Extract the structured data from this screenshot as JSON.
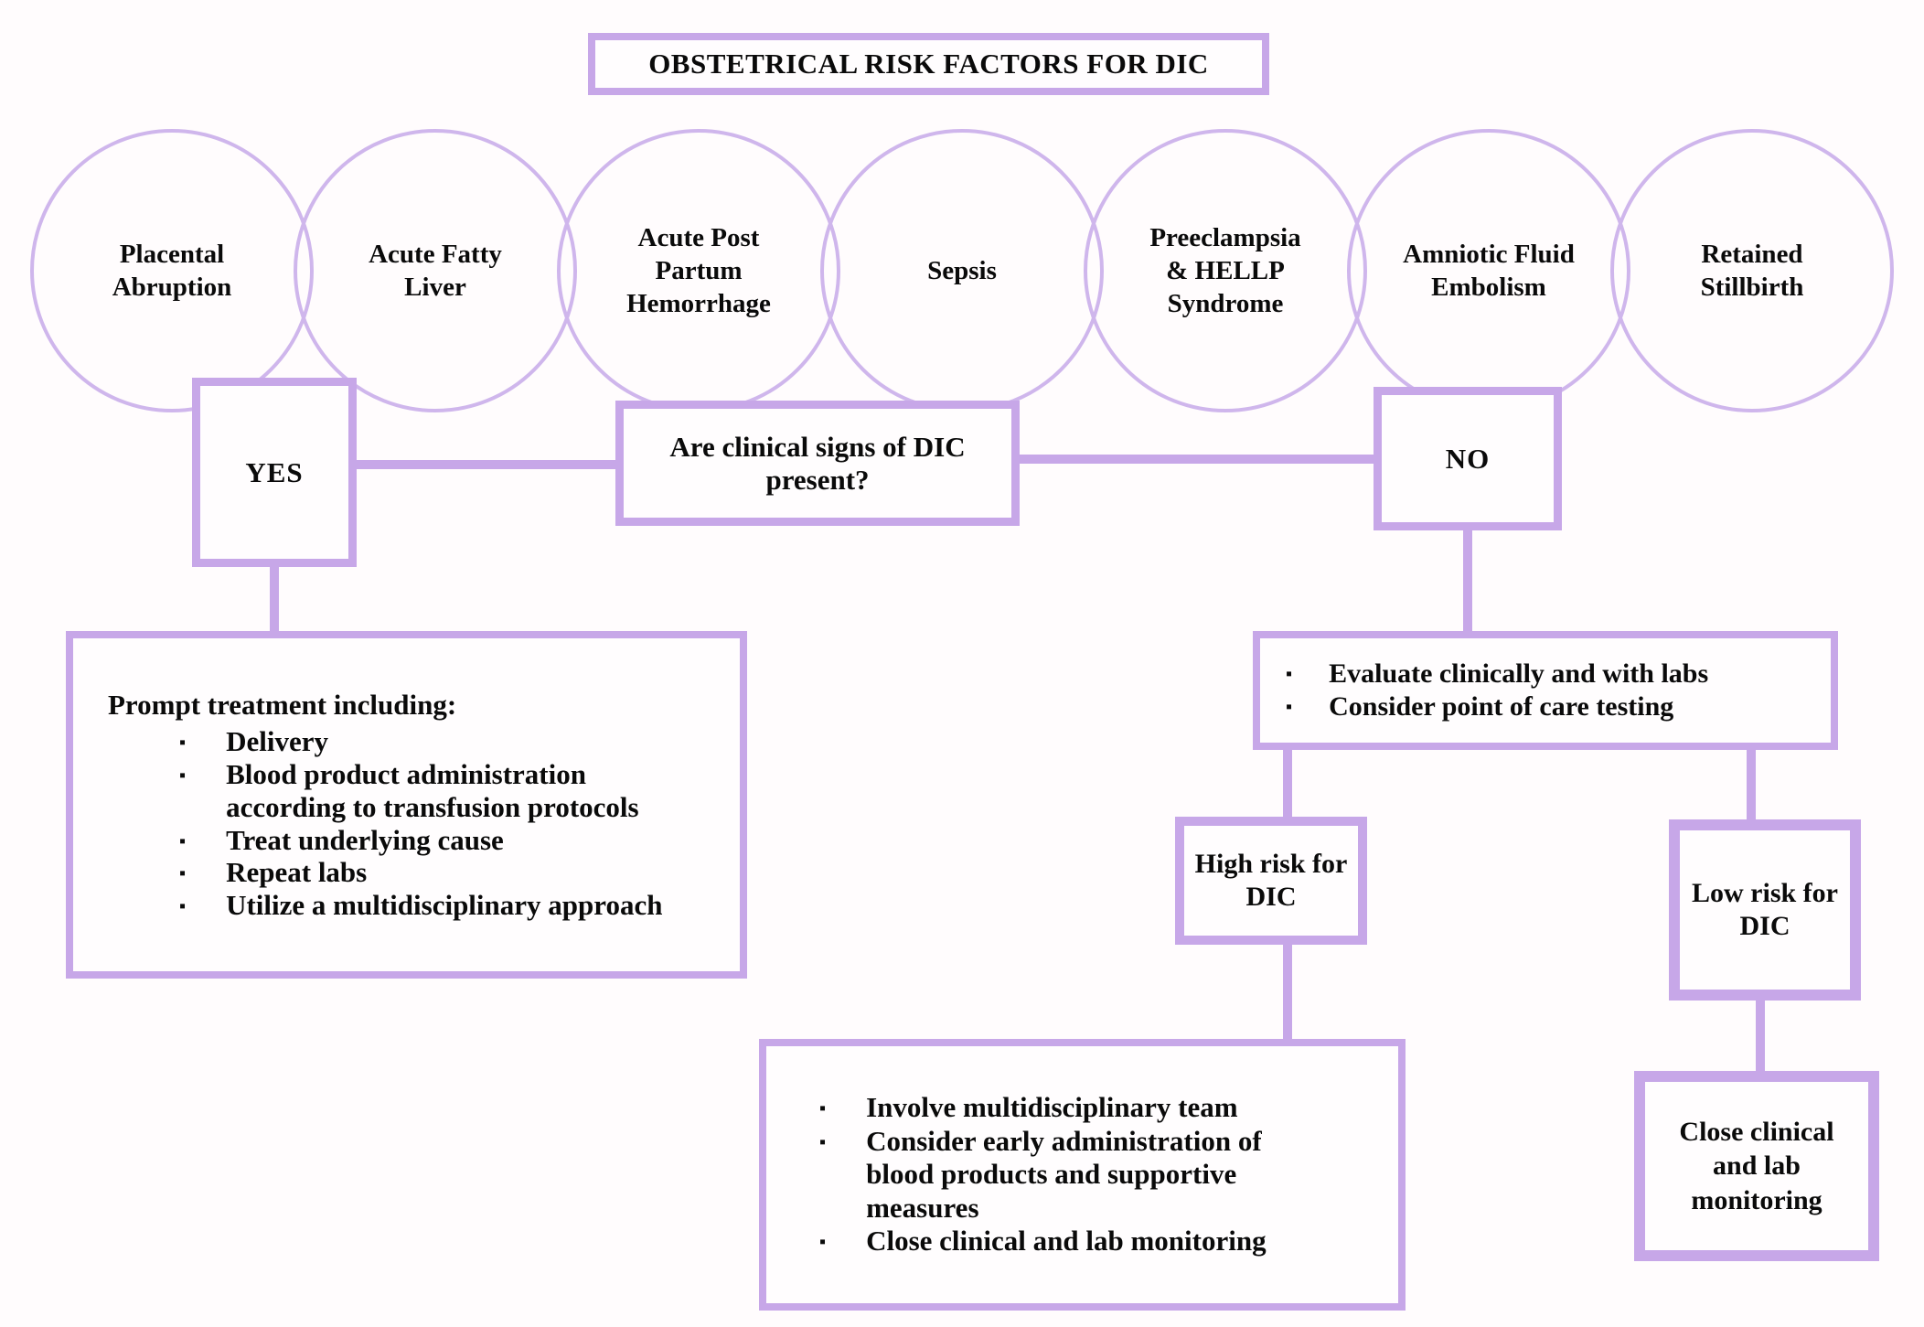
{
  "colors": {
    "accent": "#c7a7e8",
    "accent-light": "#cfb6ec",
    "text": "#0a0a0a",
    "background": "#fffcfd"
  },
  "glyphs": {
    "bullet": "▪"
  },
  "header": {
    "title": "OBSTETRICAL RISK FACTORS FOR DIC"
  },
  "risk_factors": [
    "Placental Abruption",
    "Acute Fatty Liver",
    "Acute Post Partum Hemorrhage",
    "Sepsis",
    "Preeclampsia & HELLP Syndrome",
    "Amniotic Fluid Embolism",
    "Retained Stillbirth"
  ],
  "decision": {
    "question": "Are clinical signs of DIC present?",
    "yes_label": "YES",
    "no_label": "NO"
  },
  "yes_branch": {
    "treatment_heading": "Prompt treatment including:",
    "treatment_items": [
      "Delivery",
      "Blood product administration according to transfusion protocols",
      "Treat underlying cause",
      "Repeat labs",
      "Utilize a multidisciplinary approach"
    ]
  },
  "no_branch": {
    "evaluation_items": [
      "Evaluate clinically and with labs",
      "Consider point of care testing"
    ],
    "high_risk_label": "High risk for DIC",
    "low_risk_label": "Low risk for DIC",
    "high_risk_actions": [
      "Involve multidisciplinary team",
      "Consider early administration of blood products and supportive measures",
      "Close clinical and lab monitoring"
    ],
    "low_risk_action": "Close clinical and lab monitoring"
  }
}
